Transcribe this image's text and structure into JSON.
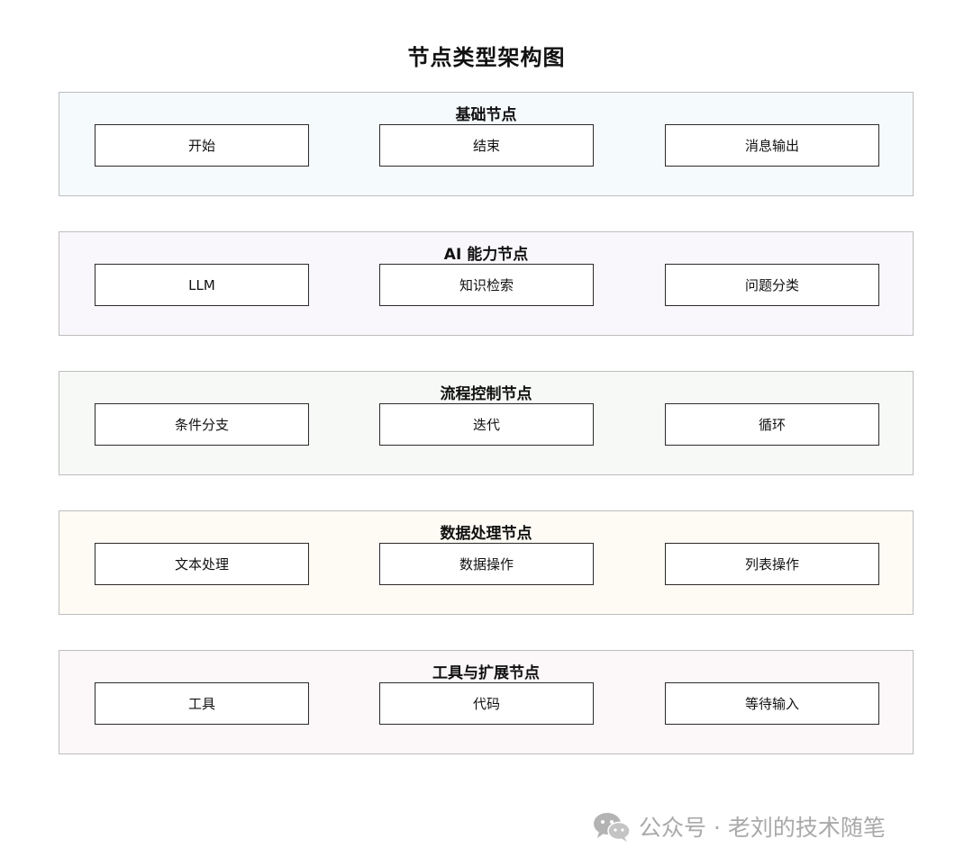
{
  "title": "节点类型架构图",
  "groups": [
    {
      "title": "基础节点",
      "bg": "#f5fafd",
      "nodes": [
        "开始",
        "结束",
        "消息输出"
      ]
    },
    {
      "title": "AI 能力节点",
      "bg": "#f9f7fb",
      "nodes": [
        "LLM",
        "知识检索",
        "问题分类"
      ]
    },
    {
      "title": "流程控制节点",
      "bg": "#f6f9f5",
      "nodes": [
        "条件分支",
        "迭代",
        "循环"
      ]
    },
    {
      "title": "数据处理节点",
      "bg": "#fefbf4",
      "nodes": [
        "文本处理",
        "数据操作",
        "列表操作"
      ]
    },
    {
      "title": "工具与扩展节点",
      "bg": "#fcf7f9",
      "nodes": [
        "工具",
        "代码",
        "等待输入"
      ]
    }
  ],
  "watermark": {
    "icon": "wechat-icon",
    "text": "公众号 · 老刘的技术随笔"
  }
}
